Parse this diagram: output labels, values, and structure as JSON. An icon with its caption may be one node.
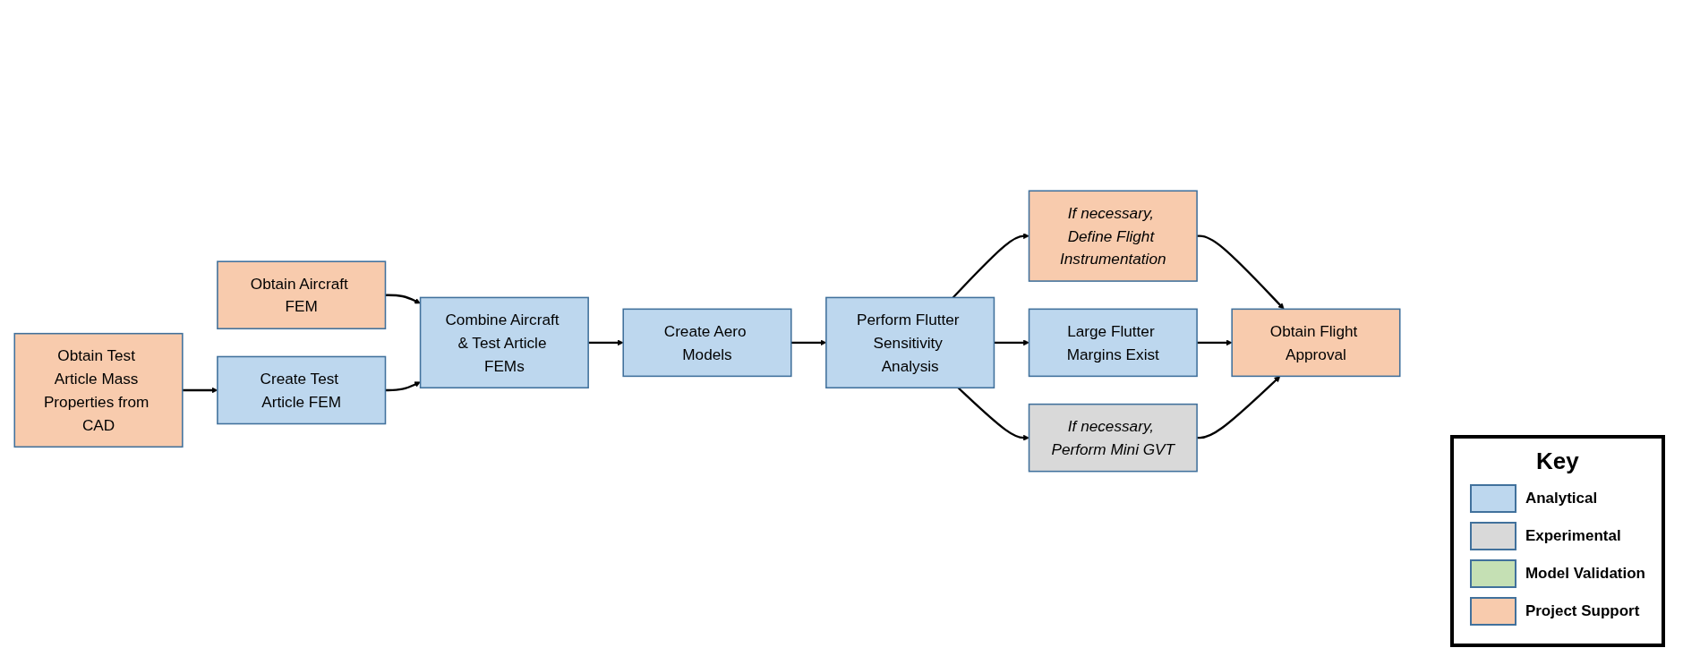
{
  "diagram": {
    "nodes": [
      {
        "text": [
          "Obtain Aircraft FEM"
        ]
      },
      {
        "text": [
          "Obtain Test Article Mass Properties from CAD"
        ]
      },
      {
        "text": [
          "Create Test Article FEM"
        ]
      },
      {
        "text": [
          "Combine Aircraft & Test Article FEMs"
        ]
      },
      {
        "text": [
          "Create Aero Models"
        ]
      },
      {
        "text": [
          "Perform Flutter Sensitivity Analysis"
        ]
      },
      {
        "text": [
          "If necessary, Define Flight Instrumentation"
        ]
      },
      {
        "text": [
          "Large Flutter Margins Exist"
        ]
      },
      {
        "text": [
          "If necessary, Perform Mini GVT"
        ]
      },
      {
        "text": [
          "Obtain Flight Approval"
        ]
      }
    ],
    "edges": [
      {
        "from": 1,
        "to": 2,
        "arrow": "to"
      },
      {
        "from": 0,
        "to": 3,
        "arrow": "to"
      },
      {
        "from": 2,
        "to": 3,
        "arrow": "to"
      },
      {
        "from": 3,
        "to": 4,
        "arrow": "to"
      },
      {
        "from": 4,
        "to": 5,
        "arrow": "to"
      },
      {
        "from": 5,
        "to": 6,
        "arrow": "to"
      },
      {
        "from": 5,
        "to": 7,
        "arrow": "to"
      },
      {
        "from": 5,
        "to": 8,
        "arrow": "to"
      },
      {
        "from": 6,
        "to": 9,
        "arrow": "to"
      },
      {
        "from": 7,
        "to": 9,
        "arrow": "to"
      },
      {
        "from": 8,
        "to": 9,
        "arrow": "to"
      }
    ],
    "labels": [
      "Key"
    ],
    "legend": [
      {
        "text": "Analytical",
        "color": "#bdd7ee"
      },
      {
        "text": "Experimental",
        "color": "#d9d9d9"
      },
      {
        "text": "Model Validation",
        "color": "#c5e0b4"
      },
      {
        "text": "Project Support",
        "color": "#f8cbad"
      }
    ]
  }
}
